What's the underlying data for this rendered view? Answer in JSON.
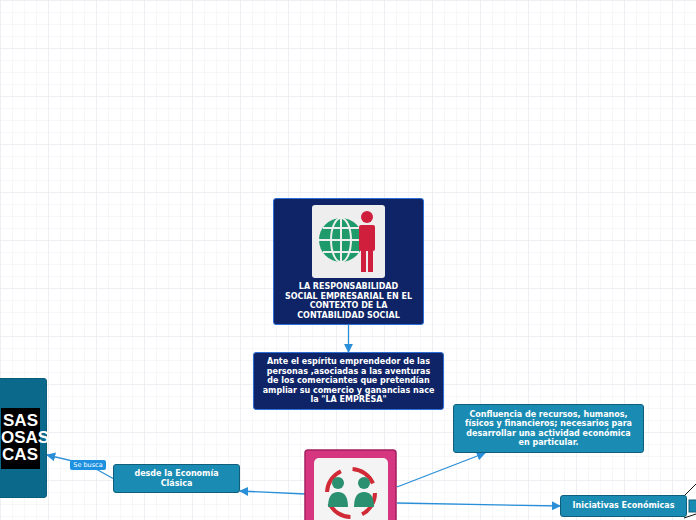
{
  "diagram": {
    "nodes": [
      {
        "text": [
          "LA RESPONSABILIDAD SOCIAL EMPRESARIAL EN EL CONTEXTO DE LA CONTABILIDAD SOCIAL"
        ]
      },
      {
        "text": [
          "Ante el espíritu emprendedor de las personas ,asociadas a las aventuras de los comerciantes que pretendían ampliar su comercio y ganancias nace la \"LA EMPRESA\""
        ]
      },
      {
        "text": [
          "Confluencia de recursos, humanos, físicos y financieros; necesarios para desarrollar una actividad económica en particular."
        ]
      },
      {
        "text": [
          "Iniciativas Económicas"
        ]
      },
      {
        "text": [
          "desde la Economía Clásica"
        ]
      },
      {
        "text": [
          "SAS OSAS CAS"
        ]
      }
    ],
    "edges": [
      {
        "from": 0,
        "to": 1,
        "arrow": "to"
      },
      {
        "from": 4,
        "to": 5,
        "label": "Se busca",
        "arrow": "to"
      }
    ]
  }
}
